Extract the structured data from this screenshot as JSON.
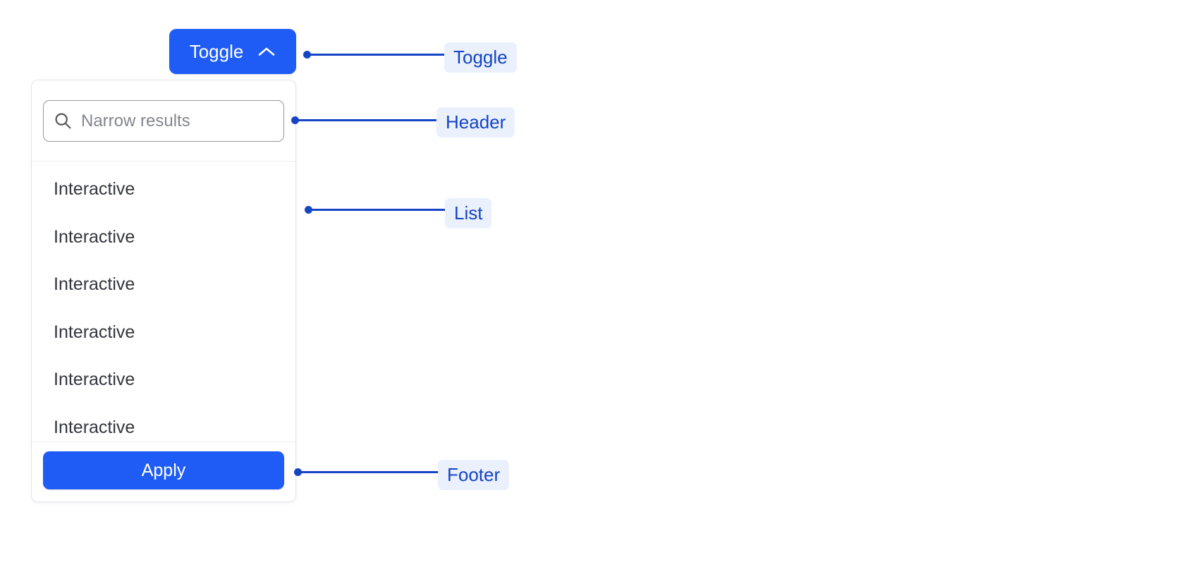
{
  "toggle": {
    "label": "Toggle",
    "icon": "chevron-up-icon",
    "background": "#1f5cf5",
    "text_color": "#ffffff"
  },
  "panel": {
    "header": {
      "search": {
        "icon": "search-icon",
        "placeholder": "Narrow results",
        "value": ""
      }
    },
    "list": {
      "items": [
        {
          "label": "Interactive"
        },
        {
          "label": "Interactive"
        },
        {
          "label": "Interactive"
        },
        {
          "label": "Interactive"
        },
        {
          "label": "Interactive"
        },
        {
          "label": "Interactive"
        }
      ]
    },
    "footer": {
      "apply_label": "Apply",
      "background": "#1f5cf5"
    }
  },
  "annotations": {
    "accent_color": "#1544c4",
    "chip_background": "#eaf1fd",
    "items": [
      {
        "label": "Toggle"
      },
      {
        "label": "Header"
      },
      {
        "label": "List"
      },
      {
        "label": "Footer"
      }
    ]
  }
}
